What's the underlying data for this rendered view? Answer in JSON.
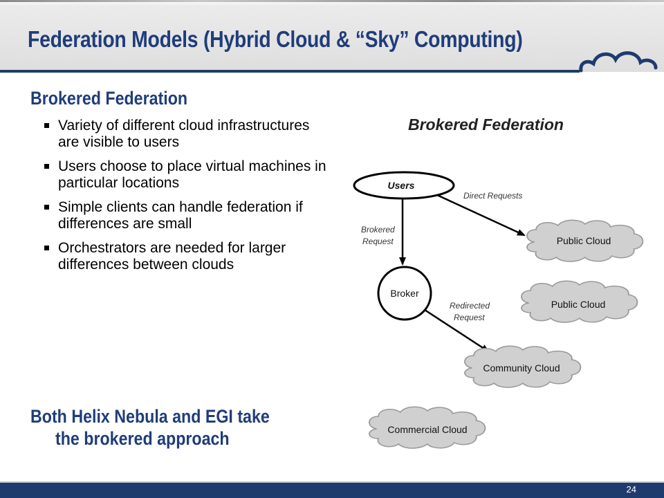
{
  "slide": {
    "title": "Federation Models (Hybrid Cloud & “Sky” Computing)",
    "section_heading": "Brokered Federation",
    "bullets": [
      "Variety of different cloud infrastructures are visible to users",
      "Users choose to place virtual machines in particular locations",
      "Simple clients can handle federation if differences are small",
      "Orchestrators are needed for larger differences between clouds"
    ],
    "conclusion_line1": "Both Helix Nebula and EGI take",
    "conclusion_line2": "the brokered approach",
    "page_number": "24"
  },
  "diagram": {
    "title": "Brokered Federation",
    "nodes": {
      "users": "Users",
      "broker": "Broker",
      "public_cloud_1": "Public Cloud",
      "public_cloud_2": "Public Cloud",
      "community_cloud": "Community Cloud",
      "commercial_cloud": "Commercial Cloud"
    },
    "edges": {
      "direct": "Direct Requests",
      "brokered_line1": "Brokered",
      "brokered_line2": "Request",
      "redirected_line1": "Redirected",
      "redirected_line2": "Request"
    }
  },
  "colors": {
    "title_blue": "#1f3d7a",
    "footer_navy": "#1f3b6e",
    "cloud_fill": "#d0d0d0"
  }
}
